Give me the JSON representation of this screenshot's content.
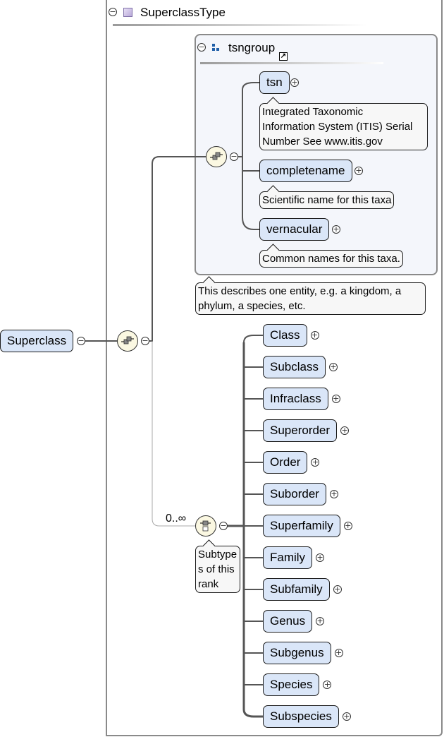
{
  "root": {
    "label": "Superclass",
    "collapse": "minus"
  },
  "type_box": {
    "title": "SuperclassType",
    "icon": "complex-type-icon",
    "collapse": "minus"
  },
  "group": {
    "title": "tsngroup",
    "icon": "group-icon",
    "link_icon": "reference-arrow-icon",
    "collapse": "minus",
    "annotation": "This describes one entity, e.g. a kingdom, a phylum, a species, etc.",
    "elements": [
      {
        "label": "tsn",
        "annotation_lines": [
          "Integrated Taxonomic",
          "Information System (ITIS) Serial",
          "Number See www.itis.gov"
        ]
      },
      {
        "label": "completename",
        "annotation_lines": [
          "Scientific name for this taxa"
        ]
      },
      {
        "label": "vernacular",
        "annotation_lines": [
          "Common names for this taxa."
        ]
      }
    ]
  },
  "sequence_icon": "sequence-compositor-icon",
  "choice": {
    "icon": "choice-compositor-icon",
    "cardinality": "0..∞",
    "annotation_lines": [
      "Subtype",
      "s of this",
      "rank"
    ],
    "elements": [
      "Class",
      "Subclass",
      "Infraclass",
      "Superorder",
      "Order",
      "Suborder",
      "Superfamily",
      "Family",
      "Subfamily",
      "Genus",
      "Subgenus",
      "Species",
      "Subspecies"
    ]
  },
  "colors": {
    "node_fill": "#dae6f8",
    "compositor_fill": "#fbf8e2",
    "group_fill": "#f4f6fb",
    "tip_fill": "#f7f7f7"
  }
}
